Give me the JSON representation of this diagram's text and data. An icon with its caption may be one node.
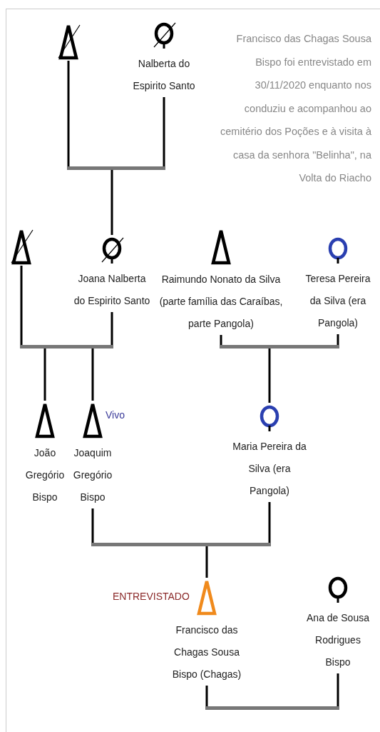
{
  "diagram": {
    "nodes": [
      {
        "text": [],
        "shape": "triangle"
      },
      {
        "text": [
          "Nalberta do Espirito Santo"
        ]
      },
      {
        "text": [],
        "shape": "bar"
      },
      {
        "text": [],
        "shape": "triangle"
      },
      {
        "text": [
          "Joana Nalberta do Espirito Santo"
        ]
      },
      {
        "text": [],
        "shape": "bar"
      },
      {
        "text": [
          "Raimundo Nonato da Silva (parte família das Caraíbas, parte Pangola)"
        ]
      },
      {
        "text": [
          "Teresa Pereira da Silva (era Pangola)"
        ]
      },
      {
        "text": [],
        "shape": "bar"
      },
      {
        "text": [
          "João Gregório Bispo"
        ]
      },
      {
        "text": [
          "Joaquim Gregório Bispo"
        ],
        "beside": [
          "Vivo"
        ]
      },
      {
        "text": [
          "Maria Pereira da Silva (era Pangola)"
        ]
      },
      {
        "text": [],
        "shape": "bar"
      },
      {
        "text": [
          "Francisco das Chagas Sousa Bispo (Chagas)"
        ],
        "beside": [
          "ENTREVISTADO"
        ]
      },
      {
        "text": [
          "Ana de Sousa Rodrigues Bispo"
        ]
      },
      {
        "text": [],
        "shape": "bar"
      }
    ],
    "edges": [
      {
        "from": 0,
        "to": 2,
        "arrow": "none"
      },
      {
        "from": 1,
        "to": 2,
        "arrow": "none"
      },
      {
        "from": 2,
        "to": 4,
        "arrow": "none"
      },
      {
        "from": 3,
        "to": 5,
        "arrow": "none"
      },
      {
        "from": 4,
        "to": 5,
        "arrow": "none"
      },
      {
        "from": 5,
        "to": 9,
        "arrow": "none"
      },
      {
        "from": 5,
        "to": 10,
        "arrow": "none"
      },
      {
        "from": 6,
        "to": 8,
        "arrow": "none"
      },
      {
        "from": 7,
        "to": 8,
        "arrow": "none"
      },
      {
        "from": 8,
        "to": 11,
        "arrow": "none"
      },
      {
        "from": 10,
        "to": 12,
        "arrow": "none"
      },
      {
        "from": 11,
        "to": 12,
        "arrow": "none"
      },
      {
        "from": 12,
        "to": 13,
        "arrow": "none"
      },
      {
        "from": 13,
        "to": 15,
        "arrow": "none"
      },
      {
        "from": 14,
        "to": 15,
        "arrow": "none"
      }
    ],
    "labels": [
      "Francisco das Chagas Sousa Bispo foi entrevistado em 30/11/2020 enquanto nos conduziu e acompanhou ao cemitério dos Poções e à visita à casa da senhora \"Belinha\", na Volta do Riacho"
    ]
  }
}
